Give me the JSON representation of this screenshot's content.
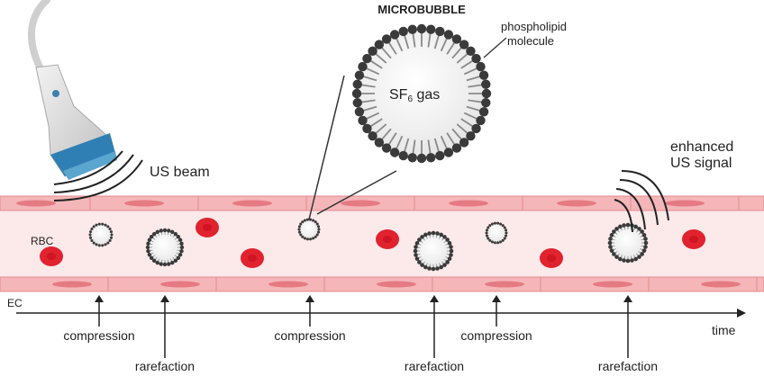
{
  "diagram": {
    "title": "MICROBUBBLE",
    "phospholipid_label_line1": "phospholipid",
    "phospholipid_label_line2": "molecule",
    "gas_label_main": "SF",
    "gas_label_sub": "6",
    "gas_label_rest": " gas",
    "us_beam_label": "US beam",
    "enhanced_line1": "enhanced",
    "enhanced_line2": "US signal",
    "rbc_label": "RBC",
    "ec_label": "EC",
    "time_label": "time",
    "phase_labels": [
      "compression",
      "rarefaction",
      "compression",
      "rarefaction",
      "compression",
      "rarefaction"
    ]
  },
  "colors": {
    "vessel_wall": "#f4b6b8",
    "vessel_wall_edge": "#e48b8f",
    "vessel_lumen": "#fce9ea",
    "endothelial_nucleus": "#e57a82",
    "rbc": "#e0232e",
    "rbc_center": "#c8101c",
    "bubble_dot": "#3a3a3a",
    "probe_body": "#d9d9d9",
    "probe_tip": "#5aa6cf",
    "probe_band": "#2f7fb4"
  }
}
